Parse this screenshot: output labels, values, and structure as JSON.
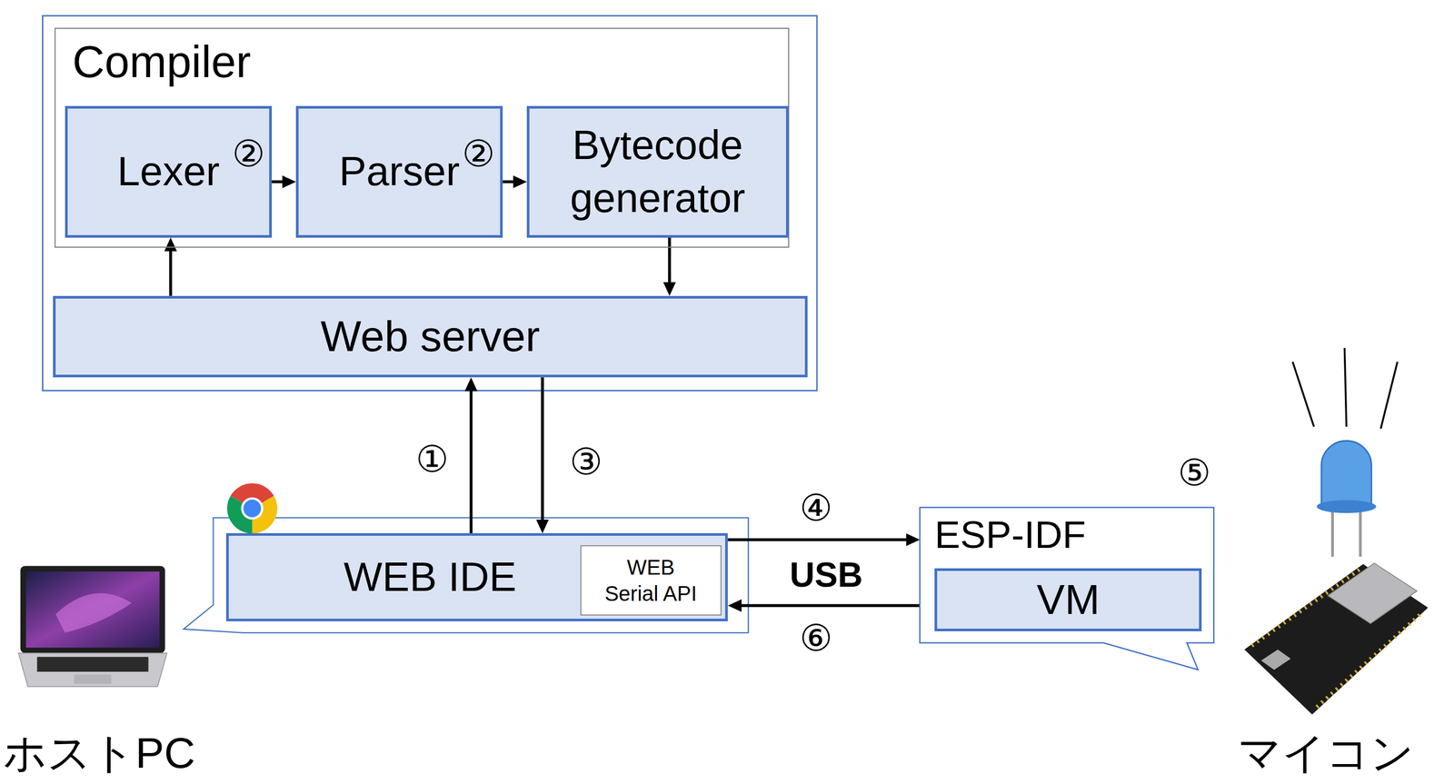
{
  "diagram": {
    "nodes": [
      {
        "text": [
          "Compiler"
        ]
      },
      {
        "text": [
          "Lexer"
        ],
        "in": 0
      },
      {
        "text": [
          "Parser"
        ],
        "in": 0
      },
      {
        "text": [
          "Bytecode generator"
        ],
        "in": 0
      },
      {
        "text": [
          "Web server"
        ]
      },
      {
        "text": [
          "WEB IDE"
        ]
      },
      {
        "text": [
          "WEB Serial API"
        ],
        "in": 5
      },
      {
        "text": [
          "ESP-IDF"
        ]
      },
      {
        "text": [
          "VM"
        ],
        "in": 7
      }
    ],
    "edges": [
      {
        "from": 1,
        "to": 2,
        "arrow": "to",
        "label": "②"
      },
      {
        "from": 2,
        "to": 3,
        "arrow": "to",
        "label": "②"
      },
      {
        "from": 4,
        "to": 1,
        "arrow": "to"
      },
      {
        "from": 3,
        "to": 4,
        "arrow": "to"
      },
      {
        "from": 5,
        "to": 4,
        "arrow": "to",
        "label": "①"
      },
      {
        "from": 4,
        "to": 5,
        "arrow": "to",
        "label": "③"
      },
      {
        "from": 5,
        "to": 7,
        "arrow": "to",
        "label": "④"
      },
      {
        "from": 7,
        "to": 5,
        "arrow": "to",
        "label": "⑥"
      }
    ],
    "labels": [
      "⑤",
      "USB",
      "ホストPC",
      "マイコン"
    ]
  }
}
